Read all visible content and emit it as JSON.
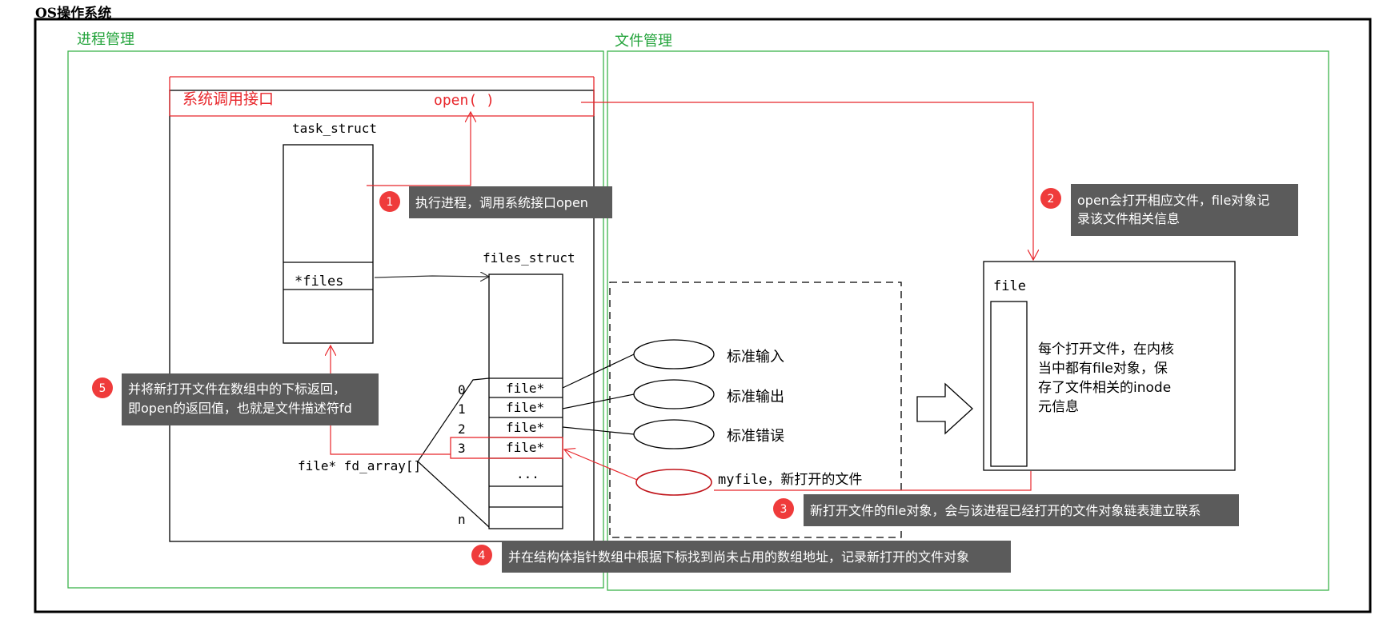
{
  "title": "OS操作系统",
  "sections": {
    "process": "进程管理",
    "file": "文件管理"
  },
  "syscall": {
    "label": "系统调用接口",
    "open": "open( )"
  },
  "task_struct": {
    "label": "task_struct",
    "files_field": "*files"
  },
  "files_struct": {
    "label": "files_struct",
    "fd_array_label": "file* fd_array[]",
    "slots": [
      "file*",
      "file*",
      "file*",
      "file*",
      "..."
    ],
    "indices": [
      "0",
      "1",
      "2",
      "3",
      "n"
    ]
  },
  "streams": [
    "标准输入",
    "标准输出",
    "标准错误"
  ],
  "myfile": "myfile，新打开的文件",
  "file_box": {
    "label": "file",
    "description": [
      "每个打开文件，在内核",
      "当中都有file对象，保",
      "存了文件相关的inode",
      "元信息"
    ]
  },
  "notes": [
    {
      "num": "1",
      "text": [
        "执行进程，调用系统接口open"
      ]
    },
    {
      "num": "2",
      "text": [
        "open会打开相应文件，file对象记",
        "录该文件相关信息"
      ]
    },
    {
      "num": "3",
      "text": [
        "新打开文件的file对象，会与该进程已经打开的文件对象链表建立联系"
      ]
    },
    {
      "num": "4",
      "text": [
        "并在结构体指针数组中根据下标找到尚未占用的数组地址，记录新打开的文件对象"
      ]
    },
    {
      "num": "5",
      "text": [
        "并将新打开文件在数组中的下标返回，",
        "即open的返回值，也就是文件描述符fd"
      ]
    }
  ],
  "colors": {
    "section_border": "#3cb44b",
    "red": "#e8262b",
    "note_bg": "#5b5b5b",
    "badge": "#ef3b3b"
  }
}
